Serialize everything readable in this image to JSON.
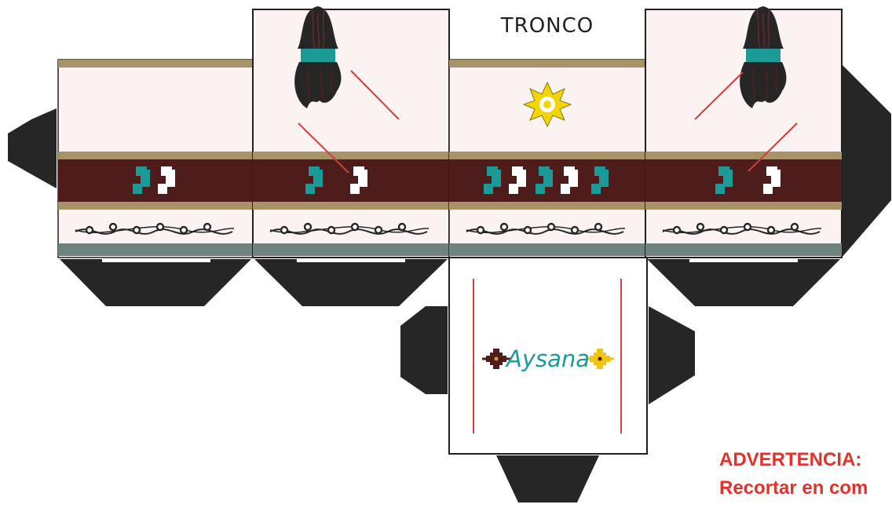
{
  "labels": {
    "torso_label": "TRONCO",
    "brand_name": "Aysana",
    "warning_title": "ADVERTENCIA:",
    "warning_text": "Recortar en com"
  },
  "panels": [
    {
      "name": "panel-left",
      "has_braid": false,
      "has_sun": false,
      "figures": [
        "teal",
        "white"
      ]
    },
    {
      "name": "panel-center-left",
      "has_braid": true,
      "has_sun": false,
      "figures": [
        "teal",
        "white"
      ]
    },
    {
      "name": "panel-center",
      "has_braid": false,
      "has_sun": true,
      "figures": [
        "teal",
        "white",
        "teal",
        "white",
        "teal"
      ]
    },
    {
      "name": "panel-right",
      "has_braid": true,
      "has_sun": false,
      "figures": [
        "teal",
        "white"
      ]
    }
  ],
  "colors": {
    "background": "#fbf3f1",
    "maroon_band": "#4e1c1b",
    "tan_stripe": "#a89267",
    "gray_stripe": "#6f8280",
    "teal": "#1a9b98",
    "tab_black": "#262626",
    "red_line": "#d53c3c",
    "sun_yellow": "#f2d40a",
    "warning_red": "#e3312b"
  }
}
